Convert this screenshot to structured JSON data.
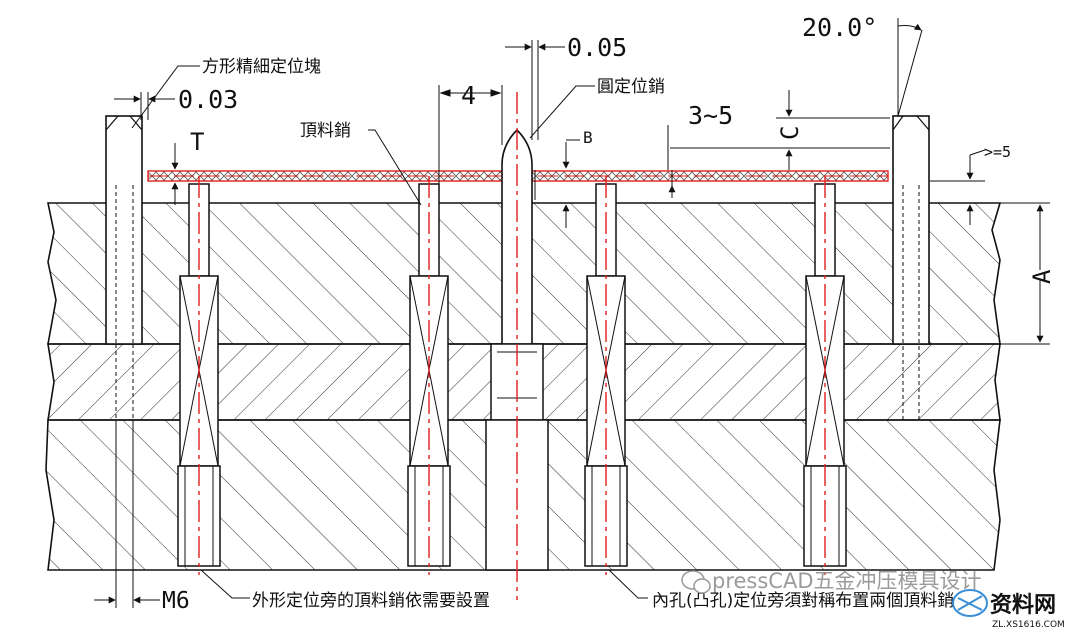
{
  "drawing": {
    "dimensions": {
      "d003": "0.03",
      "d005": "0.05",
      "d4": "4",
      "d35": "3~5",
      "d20": "20.0°",
      "T": "T",
      "B": "B",
      "C": "C",
      "ge5": ">=5",
      "A": "A",
      "M6": "M6"
    },
    "notes": {
      "square_locator": "方形精細定位塊",
      "round_pin": "圓定位銷",
      "lifter_pin": "頂料銷",
      "bottom_left": "外形定位旁的頂料銷依需要設置",
      "bottom_right": "內孔(凸孔)定位旁須對稱布置兩個頂料銷"
    },
    "watermark": {
      "channel": "pressCAD五金冲压模具设计",
      "site_name": "资料网",
      "site_url": "ZL.XS1616.COM"
    },
    "colors": {
      "outline": "#111111",
      "centerline": "#e0201c",
      "strip_border": "#e0201c",
      "hatch": "#333333"
    }
  }
}
